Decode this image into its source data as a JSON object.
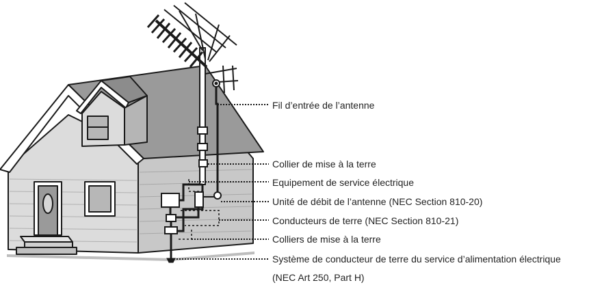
{
  "colors": {
    "stroke": "#1a1a1a",
    "roof": "#9a9a9a",
    "roof_dark": "#7a7a7a",
    "wall": "#dcdcdc",
    "wall_side": "#c4c4c4",
    "window": "#b7b7b7",
    "trim": "#ffffff",
    "text": "#222222"
  },
  "callouts": [
    {
      "id": "lead_in_wire",
      "text": "Fil d’entrée de l’antenne"
    },
    {
      "id": "ground_clamp",
      "text": "Collier de mise à la terre"
    },
    {
      "id": "electric_service_equipment",
      "text": "Equipement de service électrique"
    },
    {
      "id": "antenna_discharge_unit",
      "text": "Unité de débit de l’antenne (NEC Section 810-20)"
    },
    {
      "id": "grounding_conductors",
      "text": "Conducteurs de terre (NEC Section 810-21)"
    },
    {
      "id": "ground_clamps",
      "text": "Colliers de mise à la terre"
    },
    {
      "id": "power_service_grounding_system",
      "text": "Système de conducteur de terre du service d’alimentation électrique"
    },
    {
      "id": "power_service_grounding_system_ref",
      "text": "(NEC Art 250, Part H)"
    }
  ]
}
